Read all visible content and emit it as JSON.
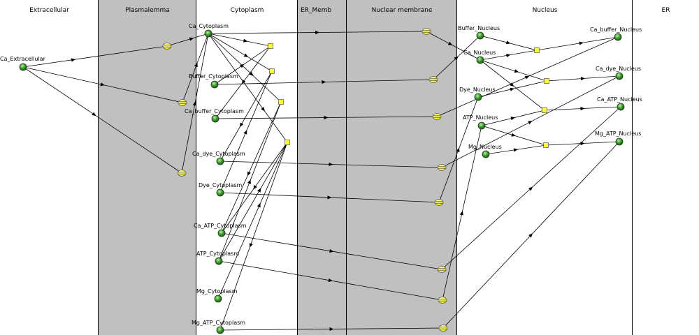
{
  "compartments": [
    {
      "id": "extracellular",
      "title": "Extracellular",
      "gray": false
    },
    {
      "id": "plasmalemma",
      "title": "Plasmalemma",
      "gray": true
    },
    {
      "id": "cytoplasm",
      "title": "Cytoplasm",
      "gray": false
    },
    {
      "id": "er-membrane",
      "title": "ER_Memb",
      "gray": true
    },
    {
      "id": "nuclear-membrane",
      "title": "Nuclear membrane",
      "gray": true
    },
    {
      "id": "nucleus",
      "title": "Nucleus",
      "gray": false
    },
    {
      "id": "er",
      "title": "ER",
      "gray": false
    }
  ],
  "species": [
    {
      "id": "ca_ext",
      "label": "Ca_Extracellular"
    },
    {
      "id": "ca_cyt",
      "label": "Ca_Cytoplasm"
    },
    {
      "id": "buffer_cyt",
      "label": "Buffer_Cytoplasm"
    },
    {
      "id": "ca_buffer_cyt",
      "label": "Ca_buffer_Cytoplasm"
    },
    {
      "id": "ca_dye_cyt",
      "label": "Ca_dye_Cytoplasm"
    },
    {
      "id": "dye_cyt",
      "label": "Dye_Cytoplasm"
    },
    {
      "id": "ca_atp_cyt",
      "label": "Ca_ATP_Cytoplasm"
    },
    {
      "id": "atp_cyt",
      "label": "ATP_Cytoplasm"
    },
    {
      "id": "mg_cyt",
      "label": "Mg_Cytoplasm"
    },
    {
      "id": "mg_atp_cyt",
      "label": "Mg_ATP_Cytoplasm"
    },
    {
      "id": "buffer_nuc",
      "label": "Buffer_Nucleus"
    },
    {
      "id": "ca_nuc",
      "label": "Ca_Nucleus"
    },
    {
      "id": "dye_nuc",
      "label": "Dye_Nucleus"
    },
    {
      "id": "atp_nuc",
      "label": "ATP_Nucleus"
    },
    {
      "id": "mg_nuc",
      "label": "Mg_Nucleus"
    },
    {
      "id": "ca_buffer_nuc",
      "label": "Ca_buffer_Nucleus"
    },
    {
      "id": "ca_dye_nuc",
      "label": "Ca_dye_Nucleus"
    },
    {
      "id": "ca_atp_nuc",
      "label": "Ca_ATP_Nucleus"
    },
    {
      "id": "mg_atp_nuc",
      "label": "Mg_ATP_Nucleus"
    }
  ],
  "colors": {
    "species_fill": "#3f9a2f",
    "reaction_fill": "#ffff33",
    "membrane": "#c0c0c0",
    "edge": "#000000"
  }
}
